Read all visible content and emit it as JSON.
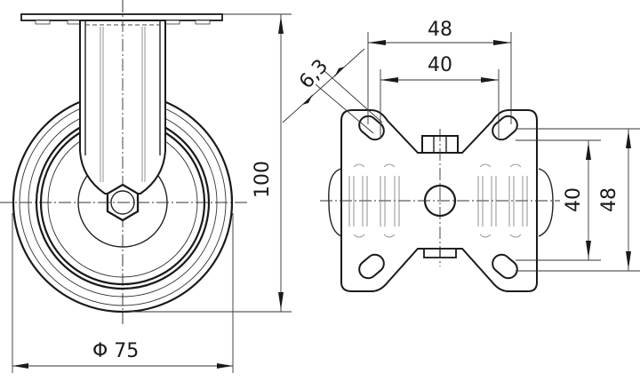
{
  "drawing": {
    "title": "Fixed castor technical drawing",
    "views": [
      "side-view",
      "top-plate-view"
    ],
    "dimensions": {
      "wheel_diameter": "Φ 75",
      "overall_height": "100",
      "plate_width_outer": "48",
      "plate_width_hole_spacing": "40",
      "plate_height_outer": "48",
      "plate_height_hole_spacing": "40",
      "slot_width": "6,3"
    },
    "colors": {
      "line": "#1a1a1a",
      "background": "#ffffff"
    }
  }
}
